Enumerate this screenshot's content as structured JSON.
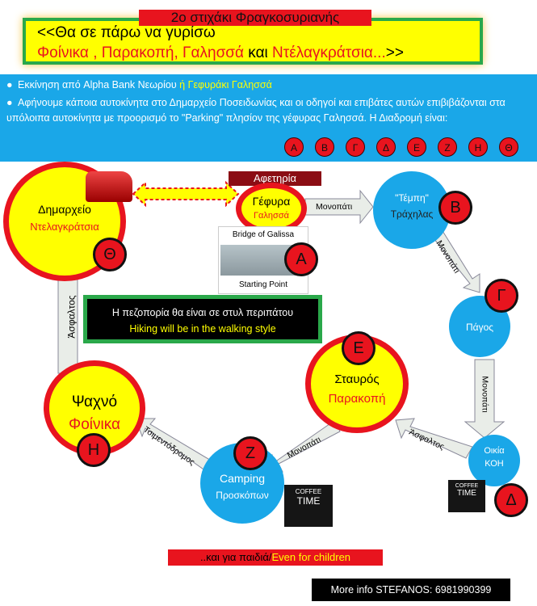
{
  "header": {
    "banner": "2ο στιχάκι Φραγκοσυριανής",
    "line1": "<<Θα σε πάρω να γυρίσω",
    "line2_red": "Φοίνικα , Παρακοπή, Γαλησσά",
    "line2_mid": " και ",
    "line2_red2": "Ντέλαγκράτσια...",
    "line2_end": ">>"
  },
  "info": {
    "bullet1_text": "Εκκίνηση από Alpha Bank Νεωρίου ",
    "bullet1_or": "ή",
    "bullet1_yellow": "Γεφυράκι Γαλησσά",
    "bullet2": "Αφήνουμε κάποια αυτοκίνητα στο Δημαρχείο Ποσειδωνίας και οι οδηγοί και επιβάτες αυτών επιβιβάζονται στα υπόλοιπα αυτοκίνητα με προορισμό το \"Parking\" πλησίον της γέφυρας Γαλησσά. Η Διαδρομή είναι:",
    "letters": [
      "Α",
      "Β",
      "Γ",
      "Δ",
      "Ε",
      "Ζ",
      "Η",
      "Θ"
    ]
  },
  "stops": {
    "start_label": "Αφετηρία",
    "gefyra_1": "Γέφυρα",
    "gefyra_2": "Γαλησσά",
    "bridge_en": "Bridge of Galissa",
    "starting_point": "Starting Point",
    "dimarxeio_1": "Δημαρχείο",
    "dimarxeio_2": "Ντελαγκράτσια",
    "tempi_1": "\"Τέμπη\"",
    "tempi_2": "Τράχηλας",
    "pagos": "Πάγος",
    "oikia_1": "Οικία",
    "oikia_2": "ΚΟΗ",
    "stavros_1": "Σταυρός",
    "stavros_2": "Παρακοπή",
    "camping_1": "Camping",
    "camping_2": "Προσκόπων",
    "psaxno_1": "Ψαχνό",
    "psaxno_2": "Φοίνικα"
  },
  "badges": {
    "A": "Α",
    "B": "Β",
    "G": "Γ",
    "D": "Δ",
    "E": "Ε",
    "Z": "Ζ",
    "H": "Η",
    "TH": "Θ"
  },
  "paths": {
    "monopati": "Μονοπάτι",
    "asfaltos": "Άσφαλτος",
    "tsimento": "Τσιμεντόδρομος"
  },
  "note": {
    "gr": "Η πεζοπορία θα είναι σε στυλ περιπάτου",
    "en": "Hiking will be in the walking style"
  },
  "coffee": {
    "line1": "COFFEE",
    "line2": "TIME"
  },
  "children": {
    "gr": "..και για παιδιά/",
    "en": "Even for children"
  },
  "footer": "More info STEFANOS: 6981990399"
}
